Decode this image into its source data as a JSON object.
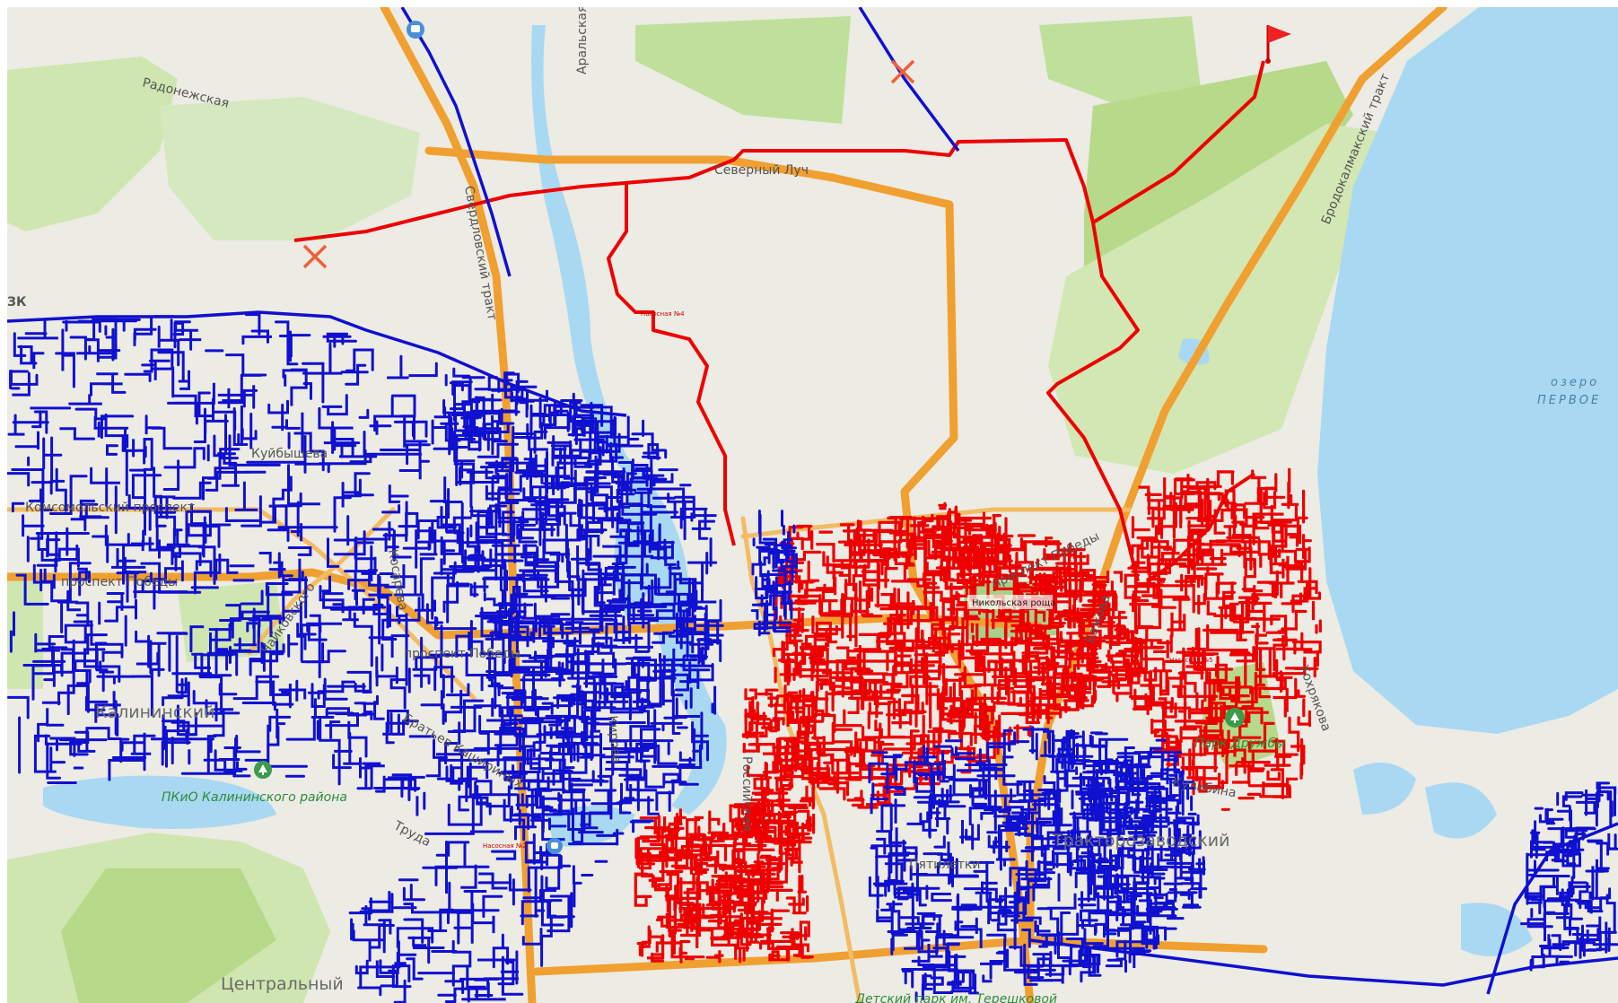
{
  "map": {
    "colors": {
      "land": "#ecebe4",
      "park": "#cfe6b0",
      "forest": "#b7d98a",
      "water": "#a9d8f2",
      "major_road": "#f0a030",
      "secondary_road": "#f3bb63",
      "network_blue": "#1010d0",
      "network_red": "#ee0000"
    },
    "icons": [
      "flag-icon",
      "cross-marker-icon",
      "bus-stop-icon",
      "tree-park-icon",
      "shield-icon"
    ],
    "labels": {
      "radonezhskaya": "Радонежская",
      "aralskaya": "Аральская",
      "severny_luch": "Северный Луч",
      "sverdlovsky_trakt": "Свердловский тракт",
      "brodokalmaksky_trakt": "Бродокалмакский тракт",
      "lake_line1": "озеро",
      "lake_line2": "ПЕРВОЕ",
      "kuibysheva": "Куйбышева",
      "komsomolsky": "Комсомольский проспект",
      "pobedy_west": "проспект Победы",
      "pobedy_center": "проспект Победы",
      "pobedy_east": "проспект Победы",
      "chaikovskogo": "Чайковского",
      "kosareva": "Косарева",
      "kalininsky": "Калининский",
      "bratyev_kashirinykh": "Братьев Кашириных",
      "pkio_kalininsky": "ПКиО Калининского района",
      "truda": "Труда",
      "tsentralny": "Центральный",
      "kirova": "Кирова",
      "rossiyskaya": "Российская",
      "pyatiletki": "Пятилетки",
      "traktorozavodsky": "Тракторозаводский",
      "nikolskaya_roshcha": "Никольская роща",
      "bazhova": "Бажова",
      "park_druzhby": "Парк Дружбы",
      "kulibina": "Кулибина",
      "khokhryakova": "Хохрякова",
      "detsky_park": "Детский парк им. Терешковой",
      "nasosnaya_4": "Насосная №4",
      "nasosnaya_5": "Насосная №5",
      "nasosnaya_2": "Насосная №2",
      "chelyabinsk_edge": "ЗК"
    }
  }
}
